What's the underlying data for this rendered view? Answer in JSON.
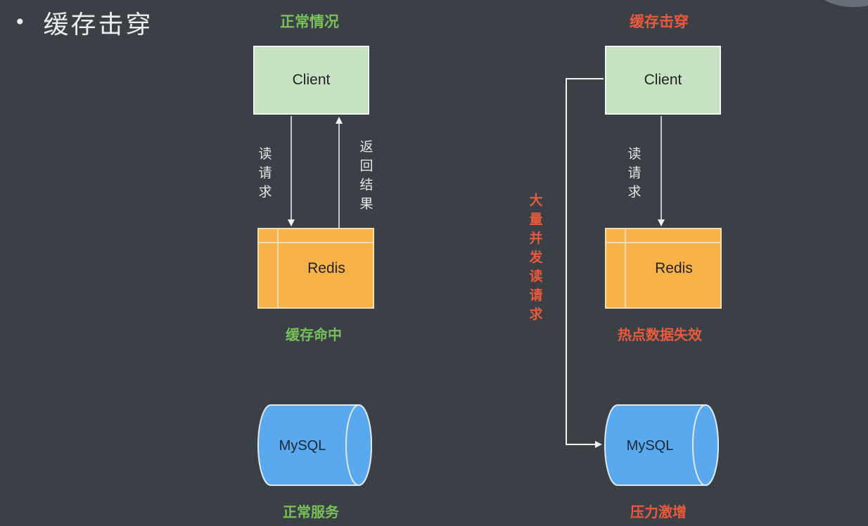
{
  "title": "缓存击穿",
  "bullet": "•",
  "left": {
    "heading": "正常情况",
    "client": "Client",
    "redis": "Redis",
    "mysql": "MySQL",
    "read_request": "读请求",
    "return_result": "返回结果",
    "cache_hit": "缓存命中",
    "normal_service": "正常服务"
  },
  "right": {
    "heading": "缓存击穿",
    "client": "Client",
    "redis": "Redis",
    "mysql": "MySQL",
    "read_request": "读请求",
    "concurrent_reads": "大量并发读请求",
    "hot_data_expired": "热点数据失效",
    "pressure_surge": "压力激增"
  },
  "colors": {
    "background": "#3b4046",
    "normal_green": "#79c05a",
    "alert_red": "#ea5a3a",
    "client_fill": "#c6e2c3",
    "redis_fill": "#f7b24a",
    "mysql_fill": "#5aa8ee"
  }
}
